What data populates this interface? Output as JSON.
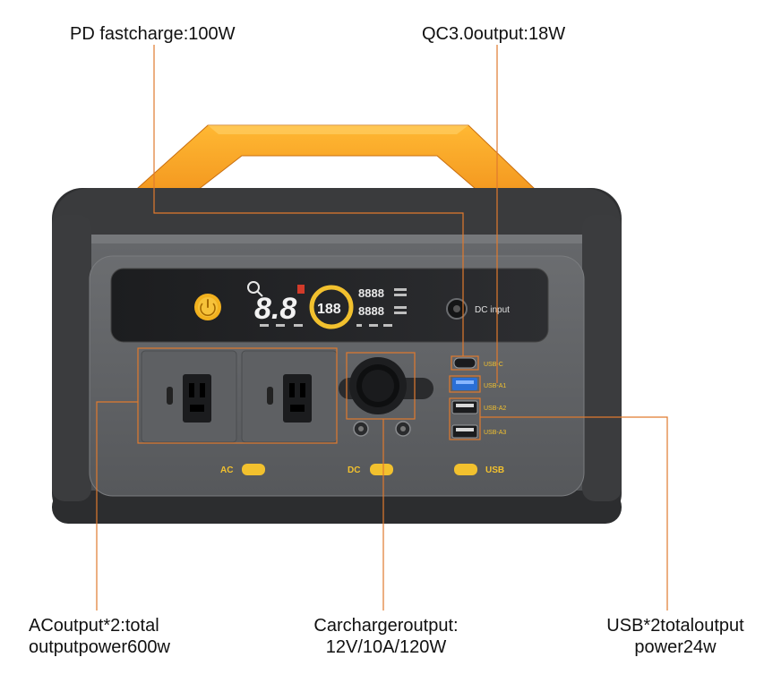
{
  "callouts": {
    "pd": "PD fastcharge:100W",
    "qc": "QC3.0output:18W",
    "ac_line1": "ACoutput*2:total",
    "ac_line2": "outputpower600w",
    "car_line1": "Carchargeroutput:",
    "car_line2": "12V/10A/120W",
    "usb_line1": "USB*2totaloutput",
    "usb_line2": "power24w"
  },
  "device_labels": {
    "dc_input": "DC input",
    "usb_c": "USB-C",
    "usb_a1": "USB-A1",
    "usb_a2": "USB-A2",
    "usb_a3": "USB-A3",
    "ac": "AC",
    "dc": "DC",
    "usb": "USB"
  },
  "display": {
    "main_digits": "8.8",
    "ring_digits": "188",
    "seg_a": "8888",
    "seg_b": "8888"
  },
  "colors": {
    "accent": "#e07a2e",
    "handle": "#f5a623",
    "button": "#f2c12e",
    "body": "#5d5f62",
    "body_dark": "#2c2d2f"
  }
}
